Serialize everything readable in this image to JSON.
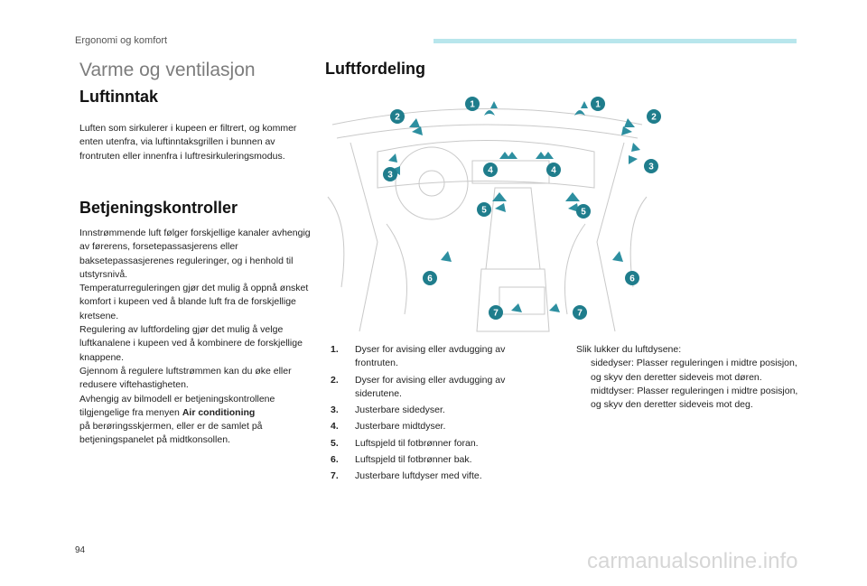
{
  "header": {
    "section": "Ergonomi og komfort"
  },
  "title": "Varme og ventilasjon",
  "luftinntak": {
    "heading": "Luftinntak",
    "text": "Luften som sirkulerer i kupeen er filtrert, og kommer enten utenfra, via luftinntaksgrillen i bunnen av frontruten eller innenfra i luftresirkuleringsmodus."
  },
  "betjening": {
    "heading": "Betjeningskontroller",
    "text_before": "Innstrømmende luft følger forskjellige kanaler avhengig av førerens, forsetepassasjerens eller baksetepassasjerenes reguleringer, og i henhold til utstyrsnivå.\nTemperaturreguleringen gjør det mulig å oppnå ønsket komfort i kupeen ved å blande luft fra de forskjellige kretsene.\nRegulering av luftfordeling gjør det mulig å velge luftkanalene i kupeen ved å kombinere de forskjellige knappene.\nGjennom å regulere luftstrømmen kan du øke eller redusere viftehastigheten.\nAvhengig av bilmodell er betjeningskontrollene tilgjengelige fra menyen ",
    "menu": "Air conditioning",
    "text_after": "\npå berøringsskjermen, eller er de samlet på betjeningspanelet på midtkonsollen."
  },
  "luftfordeling": {
    "heading": "Luftfordeling",
    "items": [
      {
        "num": "1.",
        "text": "Dyser for avising eller avdugging av frontruten."
      },
      {
        "num": "2.",
        "text": "Dyser for avising eller avdugging av siderutene."
      },
      {
        "num": "3.",
        "text": "Justerbare sidedyser."
      },
      {
        "num": "4.",
        "text": "Justerbare midtdyser."
      },
      {
        "num": "5.",
        "text": "Luftspjeld til fotbrønner foran."
      },
      {
        "num": "6.",
        "text": "Luftspjeld til fotbrønner bak."
      },
      {
        "num": "7.",
        "text": "Justerbare luftdyser med vifte."
      }
    ],
    "badges": [
      "1",
      "1",
      "2",
      "2",
      "3",
      "3",
      "4",
      "4",
      "5",
      "5",
      "6",
      "6",
      "7",
      "7"
    ]
  },
  "lukker": {
    "intro": "Slik lukker du luftdysene:",
    "bullet_glyph": "",
    "items": [
      "sidedyser: Plasser reguleringen i midtre posisjon, og skyv den deretter sideveis mot døren.",
      "midtdyser: Plasser reguleringen i midtre posisjon, og skyv den deretter sideveis mot deg."
    ]
  },
  "page_number": "94",
  "watermark": "carmanualsonline.info",
  "colors": {
    "accent": "#1f7d8c",
    "header_bar": "#b8e6ec"
  }
}
